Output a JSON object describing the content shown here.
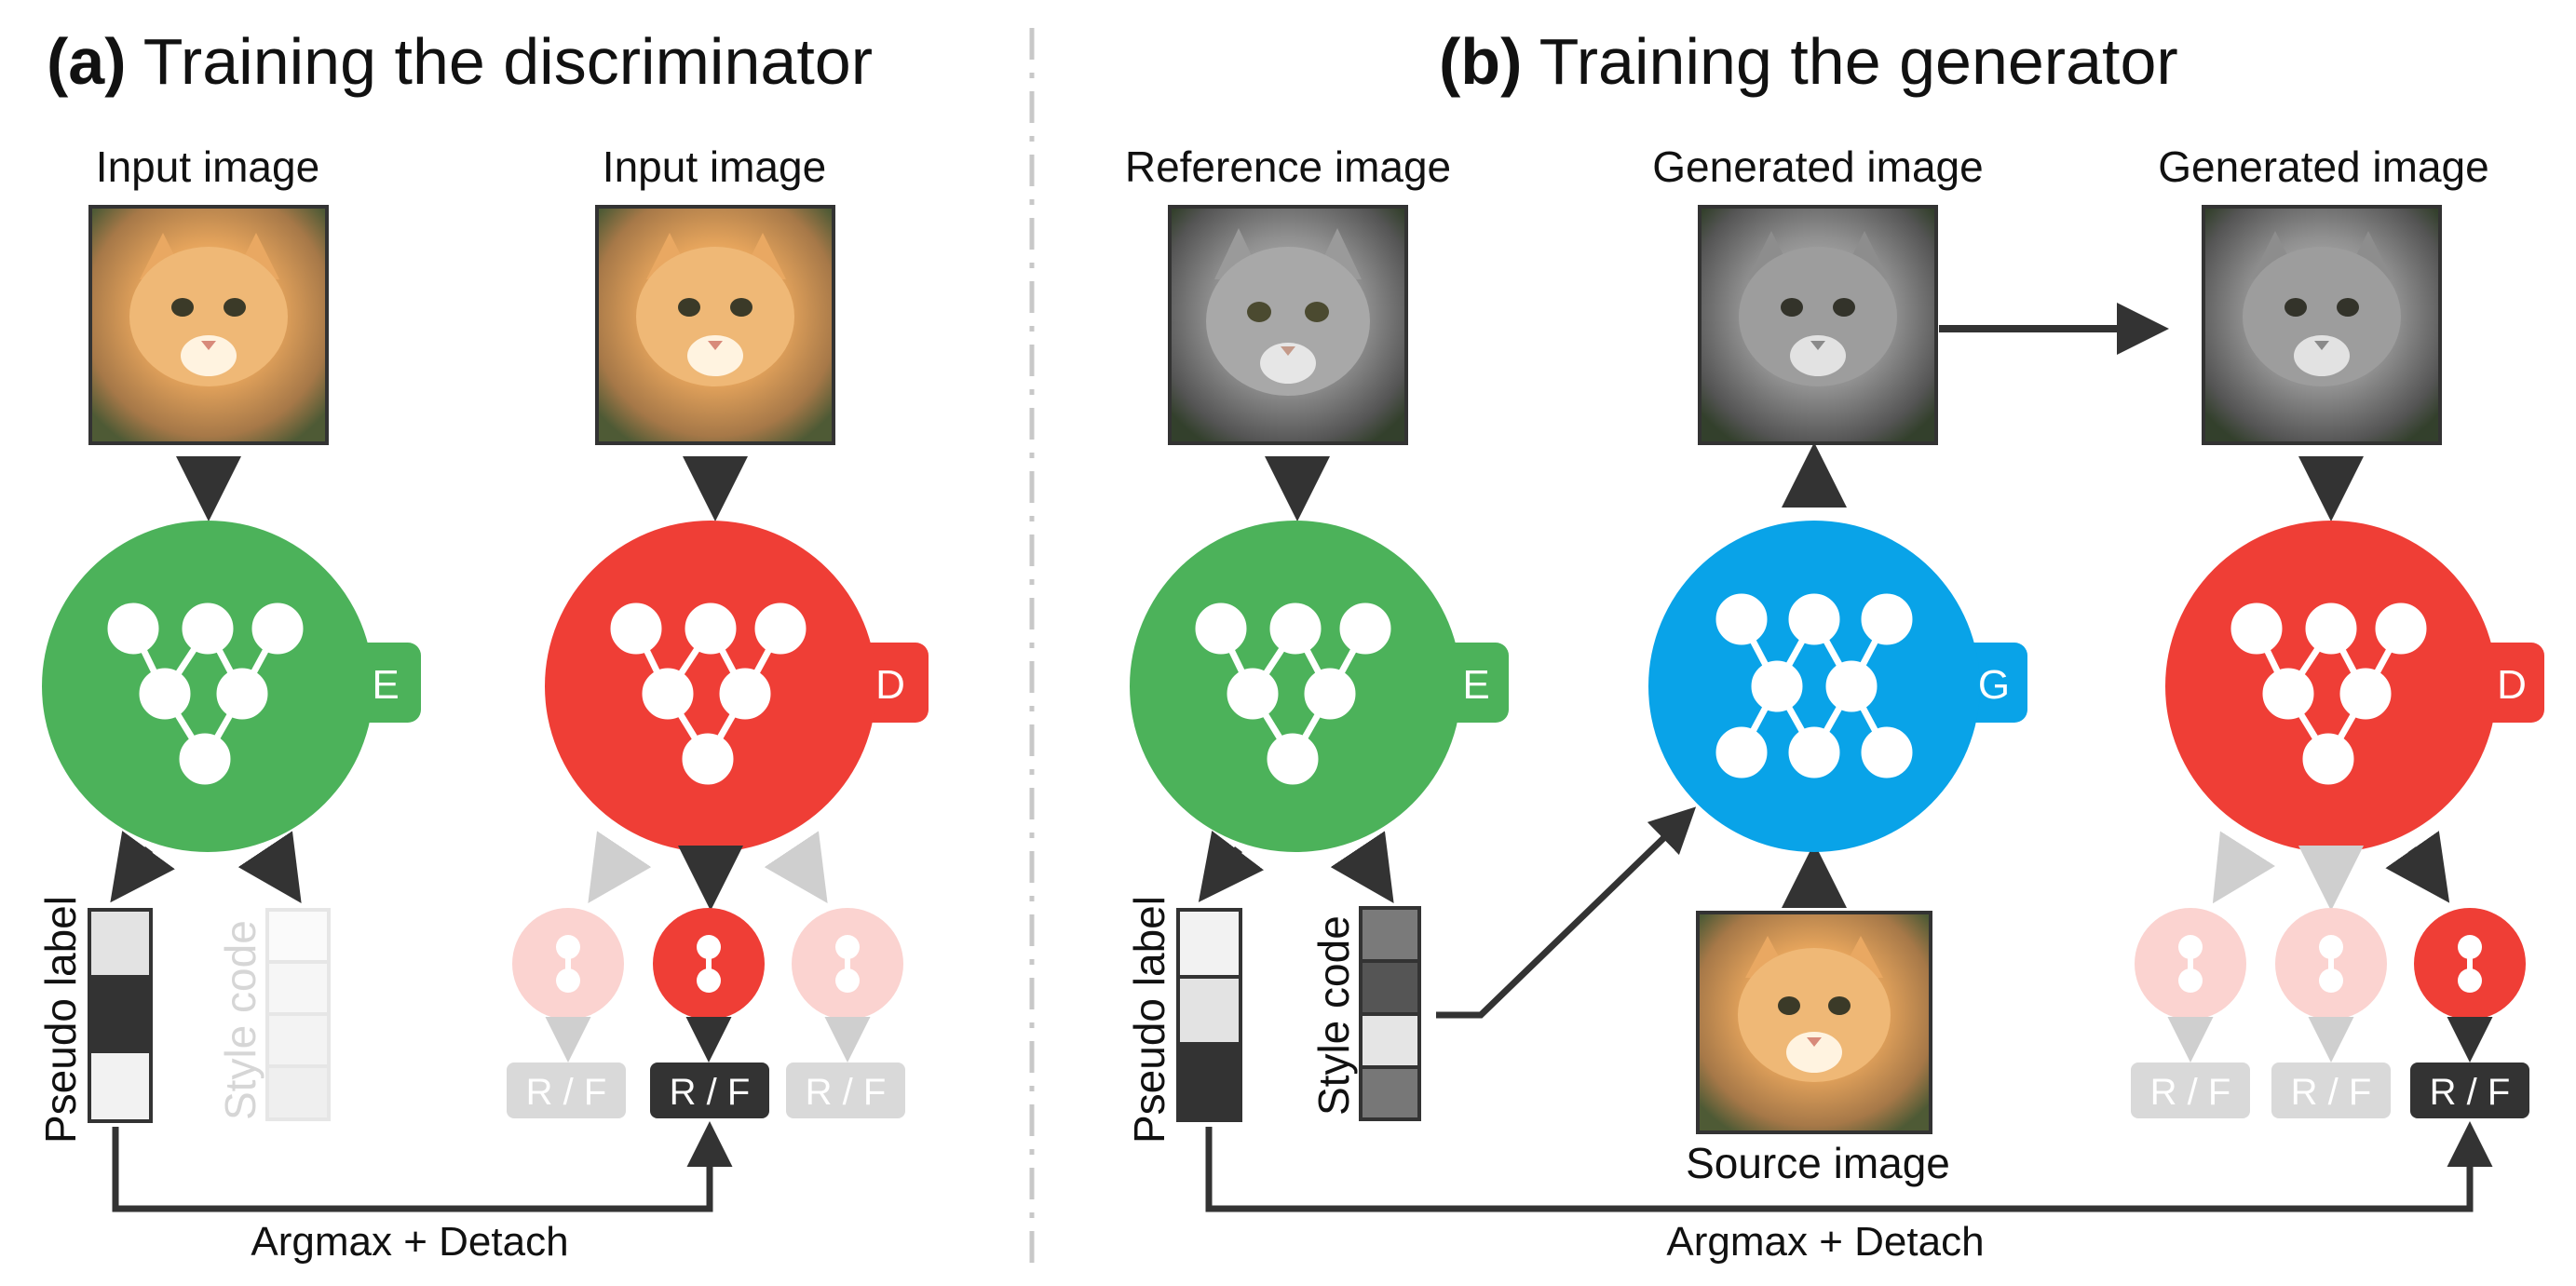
{
  "panel_a": {
    "title_tag": "(a)",
    "title_text": "Training the discriminator",
    "input_label_1": "Input image",
    "input_label_2": "Input image",
    "encoder_tag": "E",
    "discriminator_tag": "D",
    "pseudo_label": "Pseudo label",
    "style_code": "Style code",
    "rf_labels": [
      "R / F",
      "R / F",
      "R / F"
    ],
    "bottom_label": "Argmax + Detach"
  },
  "panel_b": {
    "title_tag": "(b)",
    "title_text": "Training the generator",
    "reference_label": "Reference image",
    "generated_label_1": "Generated image",
    "generated_label_2": "Generated image",
    "source_label": "Source image",
    "encoder_tag": "E",
    "generator_tag": "G",
    "discriminator_tag": "D",
    "pseudo_label": "Pseudo label",
    "style_code": "Style code",
    "rf_labels": [
      "R / F",
      "R / F",
      "R / F"
    ],
    "bottom_label": "Argmax + Detach"
  },
  "colors": {
    "encoder": "#4cb25a",
    "discriminator": "#ef3e36",
    "generator": "#09a3e8",
    "faded_red": "#fbd3d0",
    "arrow": "#333333",
    "faded_arrow": "#cccccc",
    "rf_active": "#333333",
    "rf_faded": "#d9d9d9",
    "divider": "#c8c8c8"
  },
  "icons": {
    "input_image": "orange-kitten-photo",
    "reference_image": "gray-tabby-cat-photo",
    "generated_image": "gray-tabby-kitten-photo",
    "source_image": "orange-kitten-photo",
    "network": "neural-network-graph-icon"
  }
}
